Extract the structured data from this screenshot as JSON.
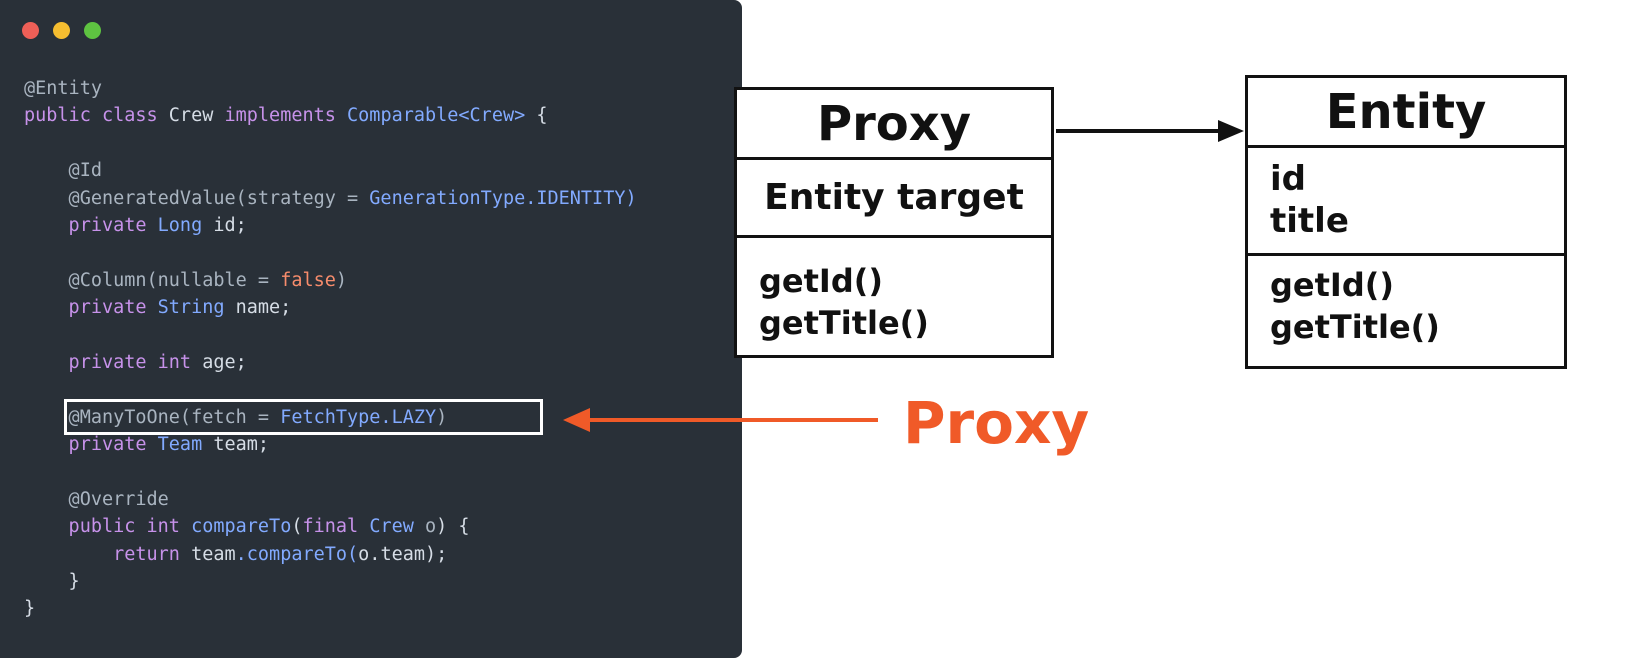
{
  "window_dots": [
    {
      "name": "close-dot",
      "color": "#ee5f57"
    },
    {
      "name": "minimize-dot",
      "color": "#f5bd30"
    },
    {
      "name": "maximize-dot",
      "color": "#5ec341"
    }
  ],
  "colors": {
    "code_background": "#293038",
    "annotation": "#a9b4c0",
    "keyword": "#c792ea",
    "type": "#82aaff",
    "identifier": "#d6dde6",
    "constant": "#f78c6c",
    "accent": "#f05a28"
  },
  "code_lines": [
    [
      {
        "t": "@Entity",
        "c": "annotation"
      }
    ],
    [
      {
        "t": "public class ",
        "c": "keyword"
      },
      {
        "t": "Crew ",
        "c": "identifier"
      },
      {
        "t": "implements ",
        "c": "keyword"
      },
      {
        "t": "Comparable<Crew>",
        "c": "type"
      },
      {
        "t": " {",
        "c": "identifier"
      }
    ],
    [],
    [
      {
        "t": "    @Id",
        "c": "annotation"
      }
    ],
    [
      {
        "t": "    @GeneratedValue(",
        "c": "annotation"
      },
      {
        "t": "strategy = ",
        "c": "annotation"
      },
      {
        "t": "GenerationType",
        "c": "type"
      },
      {
        "t": ".IDENTITY)",
        "c": "type"
      }
    ],
    [
      {
        "t": "    private ",
        "c": "keyword"
      },
      {
        "t": "Long ",
        "c": "type"
      },
      {
        "t": "id;",
        "c": "identifier"
      }
    ],
    [],
    [
      {
        "t": "    @Column(",
        "c": "annotation"
      },
      {
        "t": "nullable = ",
        "c": "annotation"
      },
      {
        "t": "false",
        "c": "constant"
      },
      {
        "t": ")",
        "c": "annotation"
      }
    ],
    [
      {
        "t": "    private ",
        "c": "keyword"
      },
      {
        "t": "String ",
        "c": "type"
      },
      {
        "t": "name;",
        "c": "identifier"
      }
    ],
    [],
    [
      {
        "t": "    private ",
        "c": "keyword"
      },
      {
        "t": "int ",
        "c": "keyword"
      },
      {
        "t": "age;",
        "c": "identifier"
      }
    ],
    [],
    [
      {
        "t": "    @ManyToOne(",
        "c": "annotation"
      },
      {
        "t": "fetch = ",
        "c": "annotation"
      },
      {
        "t": "FetchType.LAZY",
        "c": "type"
      },
      {
        "t": ")",
        "c": "annotation"
      }
    ],
    [
      {
        "t": "    private ",
        "c": "keyword"
      },
      {
        "t": "Team ",
        "c": "type"
      },
      {
        "t": "team;",
        "c": "identifier"
      }
    ],
    [],
    [
      {
        "t": "    @Override",
        "c": "annotation"
      }
    ],
    [
      {
        "t": "    public ",
        "c": "keyword"
      },
      {
        "t": "int ",
        "c": "keyword"
      },
      {
        "t": "compareTo",
        "c": "type"
      },
      {
        "t": "(",
        "c": "identifier"
      },
      {
        "t": "final ",
        "c": "keyword"
      },
      {
        "t": "Crew ",
        "c": "type"
      },
      {
        "t": "o",
        "c": "annotation"
      },
      {
        "t": ") {",
        "c": "identifier"
      }
    ],
    [
      {
        "t": "        return ",
        "c": "keyword"
      },
      {
        "t": "team",
        "c": "identifier"
      },
      {
        "t": ".compareTo(",
        "c": "type"
      },
      {
        "t": "o.team);",
        "c": "identifier"
      }
    ],
    [
      {
        "t": "    }",
        "c": "identifier"
      }
    ],
    [
      {
        "t": "}",
        "c": "identifier"
      }
    ]
  ],
  "proxy_box": {
    "title": "Proxy",
    "field": "Entity target",
    "methods": [
      "getId()",
      "getTitle()"
    ]
  },
  "entity_box": {
    "title": "Entity",
    "fields": [
      "id",
      "title"
    ],
    "methods": [
      "getId()",
      "getTitle()"
    ]
  },
  "proxy_label": "Proxy"
}
